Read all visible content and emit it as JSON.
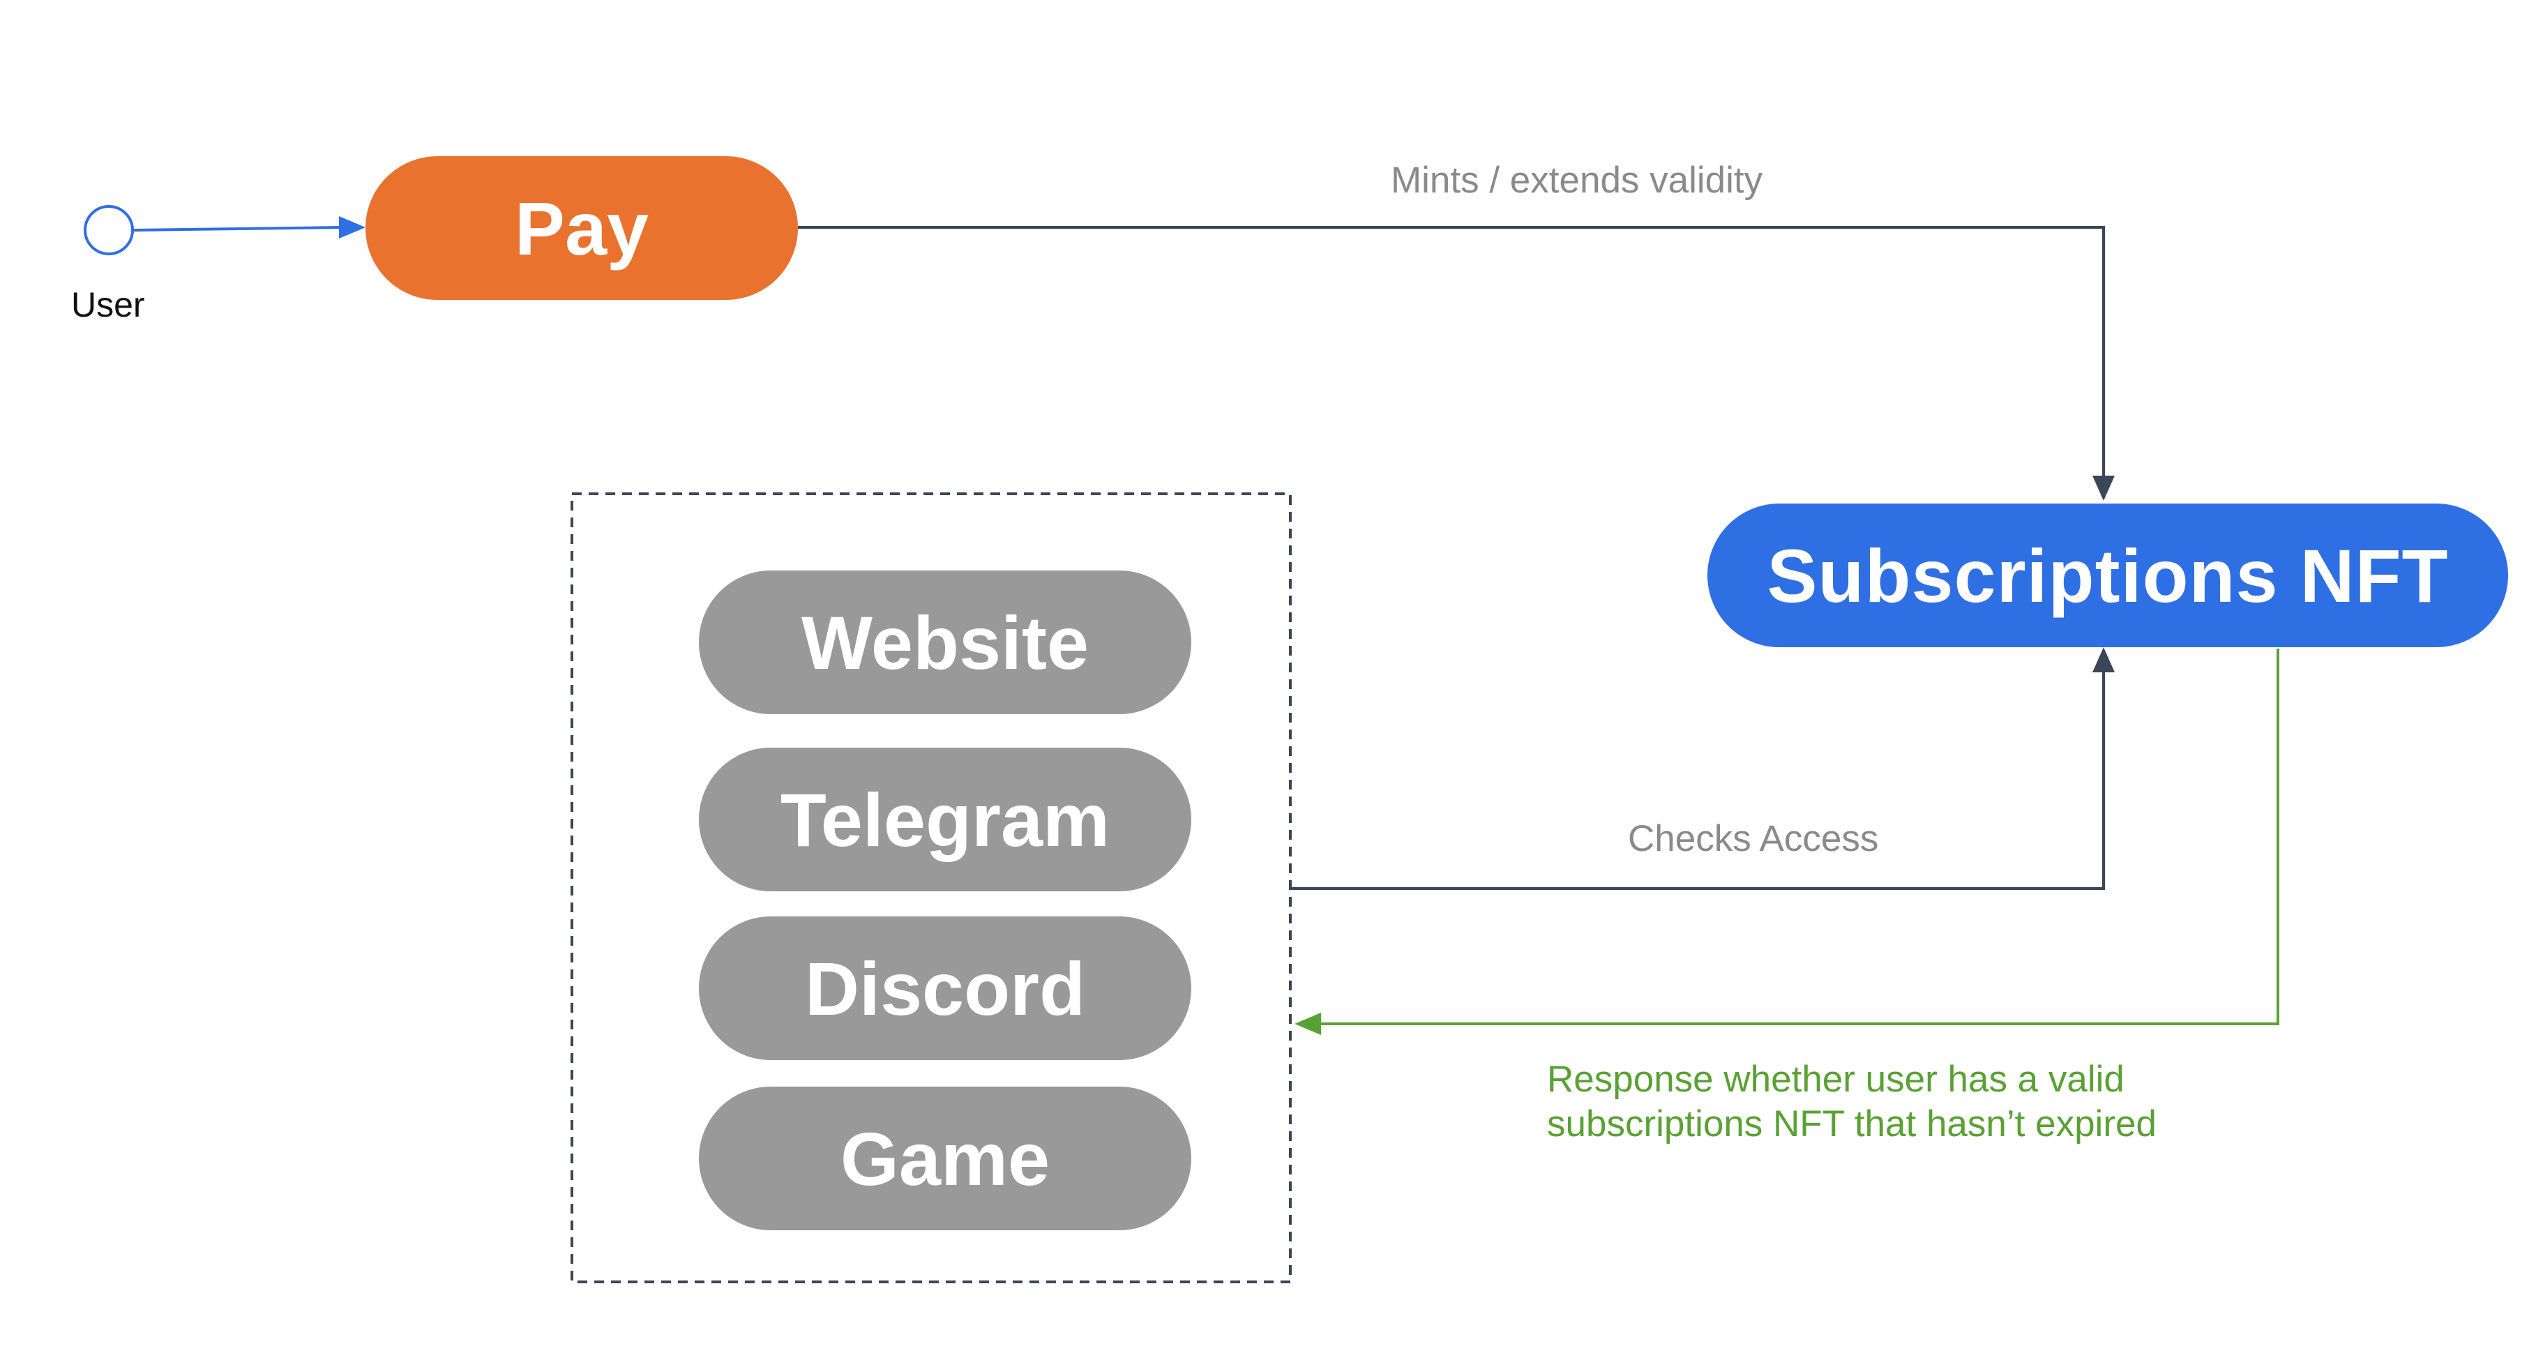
{
  "user": {
    "label": "User"
  },
  "nodes": {
    "pay": "Pay",
    "subscriptions_nft": "Subscriptions NFT"
  },
  "platforms": [
    {
      "label": "Website"
    },
    {
      "label": "Telegram"
    },
    {
      "label": "Discord"
    },
    {
      "label": "Game"
    }
  ],
  "edges": {
    "mints": "Mints / extends validity",
    "checks": "Checks Access",
    "response_line1": "Response whether user has a valid",
    "response_line2": "subscriptions NFT that hasn’t expired"
  },
  "colors": {
    "pay": "#e9722e",
    "nft": "#2f6fe4",
    "platform": "#999999",
    "dark_line": "#3b4658",
    "response_line": "#5aa133",
    "user_line": "#2f6fe4",
    "edge_label": "#8a8a8a"
  }
}
